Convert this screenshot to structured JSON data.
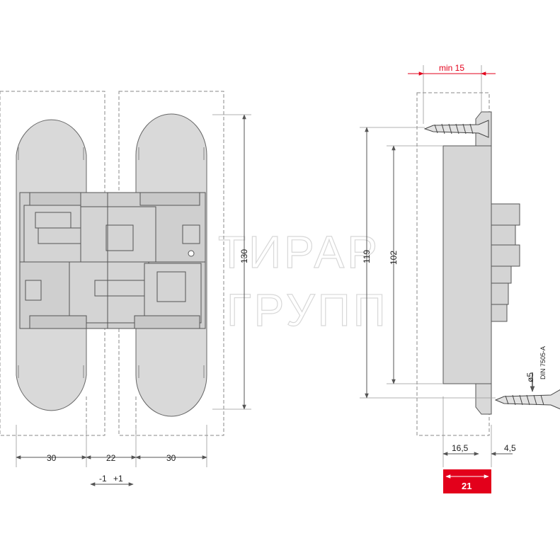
{
  "front_view": {
    "dims": {
      "height": "130",
      "left_width": "30",
      "gap": "22",
      "right_width": "30",
      "adjust_minus": "-1",
      "adjust_plus": "+1"
    }
  },
  "side_view": {
    "dims": {
      "min_depth": "min 15",
      "screw_spacing": "119",
      "body_height": "102",
      "body_depth": "16,5",
      "plate_thickness": "4,5",
      "total_depth": "21"
    },
    "screw": {
      "diameter": "ø5",
      "standard": "DIN 7505-A"
    }
  },
  "watermark": {
    "line1": "ТИРАР",
    "line2": "ГРУПП"
  },
  "colors": {
    "accent_red": "#e3001b",
    "part_gray": "#d9d9d9",
    "line_dark": "#444444"
  }
}
